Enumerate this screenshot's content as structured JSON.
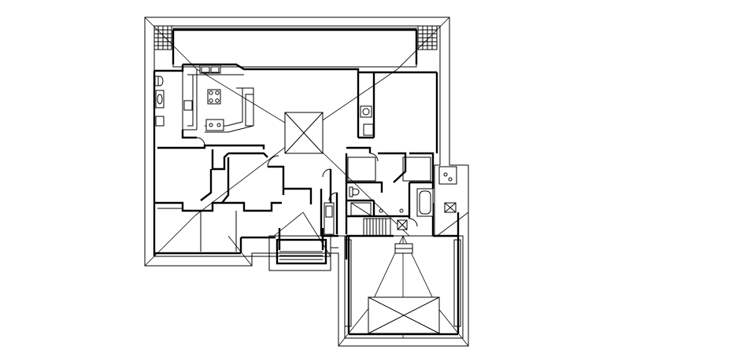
{
  "drawing": {
    "type": "architectural floor plan",
    "style": "black line drawing on white background",
    "colors": {
      "line": "#000000",
      "background": "#ffffff"
    },
    "visible_text": []
  },
  "symbols": [
    "roof-hip-lines",
    "kitchen-island",
    "kitchen-sink",
    "cooktop",
    "stair",
    "bathtub",
    "toilet",
    "vanity-sink",
    "skylight",
    "garage-skylight",
    "front-porch-steps",
    "door-swing"
  ]
}
